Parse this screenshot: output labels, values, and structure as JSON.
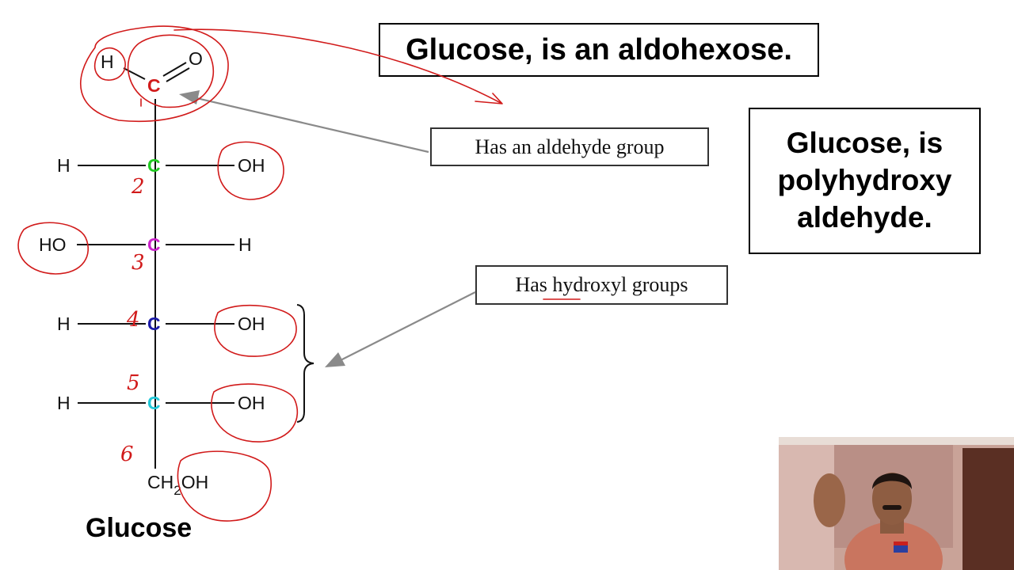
{
  "title": "Glucose, is an aldohexose.",
  "definition": {
    "line1": "Glucose, is",
    "line2": "polyhydroxy",
    "line3": "aldehyde."
  },
  "notes": {
    "aldehyde": "Has an aldehyde group",
    "hydroxyl": "Has hydroxyl groups"
  },
  "caption": "Glucose",
  "structure": {
    "aldehyde": {
      "h": "H",
      "c": "C",
      "o": "O"
    },
    "rows": [
      {
        "left": "H",
        "carbon": "C",
        "right": "OH",
        "number": "2",
        "color": "#22cc22"
      },
      {
        "left": "HO",
        "carbon": "C",
        "right": "H",
        "number": "3",
        "color": "#cc22cc"
      },
      {
        "left": "H",
        "carbon": "C",
        "right": "OH",
        "number": "4",
        "color": "#1a1aa8"
      },
      {
        "left": "H",
        "carbon": "C",
        "right": "OH",
        "number": "5",
        "color": "#22c8d8"
      }
    ],
    "c1_color": "#d11a1a",
    "bottom_number": "6",
    "bottom": {
      "ch": "CH",
      "sub": "2",
      "oh": "OH"
    }
  },
  "colors": {
    "ink": "#d11a1a",
    "arrow": "#8a8a8a"
  }
}
